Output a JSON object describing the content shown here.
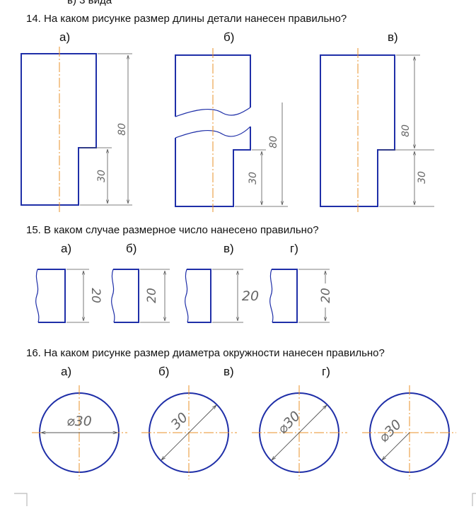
{
  "top_fragment": "в) 3 вида",
  "q14": {
    "question": "14. На каком рисунке размер длины детали нанесен правильно?",
    "options": [
      "а)",
      "б)",
      "в)"
    ],
    "dims": {
      "long": "80",
      "short": "30"
    }
  },
  "q15": {
    "question": "15. В каком случае размерное число нанесено правильно?",
    "options": [
      "а)",
      "б)",
      "в)",
      "г)"
    ],
    "dim": "20"
  },
  "q16": {
    "question": "16. На каком рисунке размер диаметра окружности нанесен правильно?",
    "options": [
      "а)",
      "б)",
      "в)",
      "г)"
    ],
    "dim_phi": "⌀30",
    "dim_plain": "30"
  },
  "colors": {
    "outline": "#1f2fa8",
    "axis": "#e8922a",
    "dimension": "#555555"
  }
}
